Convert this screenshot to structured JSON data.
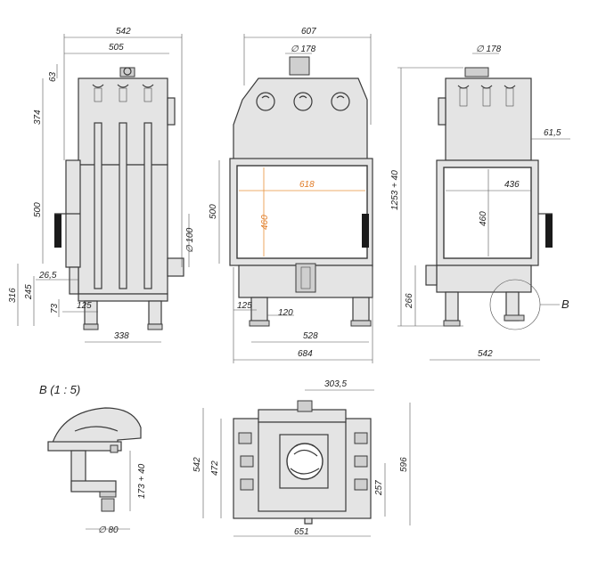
{
  "side_left": {
    "width_total": "542",
    "width_body": "505",
    "offset_top": "63",
    "height_upper": "374",
    "height_door": "500",
    "height_base": "316",
    "height_mid": "245",
    "dim_26_5": "26,5",
    "dim_73": "73",
    "dim_125": "125",
    "dim_338": "338",
    "flue_side": "∅ 100"
  },
  "front": {
    "width_top": "607",
    "flue_top": "∅ 178",
    "glass_width": "618",
    "glass_height": "460",
    "door_height": "500",
    "dim_125": "125",
    "dim_120": "120",
    "dim_528": "528",
    "width_total": "684"
  },
  "side_right": {
    "flue_top": "∅ 178",
    "height_total": "1253 + 40",
    "dim_61_5": "61,5",
    "glass_width": "436",
    "glass_height": "460",
    "height_base": "266",
    "width_total": "542",
    "detail_marker": "B"
  },
  "detail_b": {
    "title": "B (1 : 5)",
    "height": "173 + 40",
    "diameter": "∅ 80"
  },
  "plan": {
    "dim_303_5": "303,5",
    "depth_542": "542",
    "depth_472": "472",
    "depth_257": "257",
    "depth_596": "596",
    "width_651": "651"
  }
}
